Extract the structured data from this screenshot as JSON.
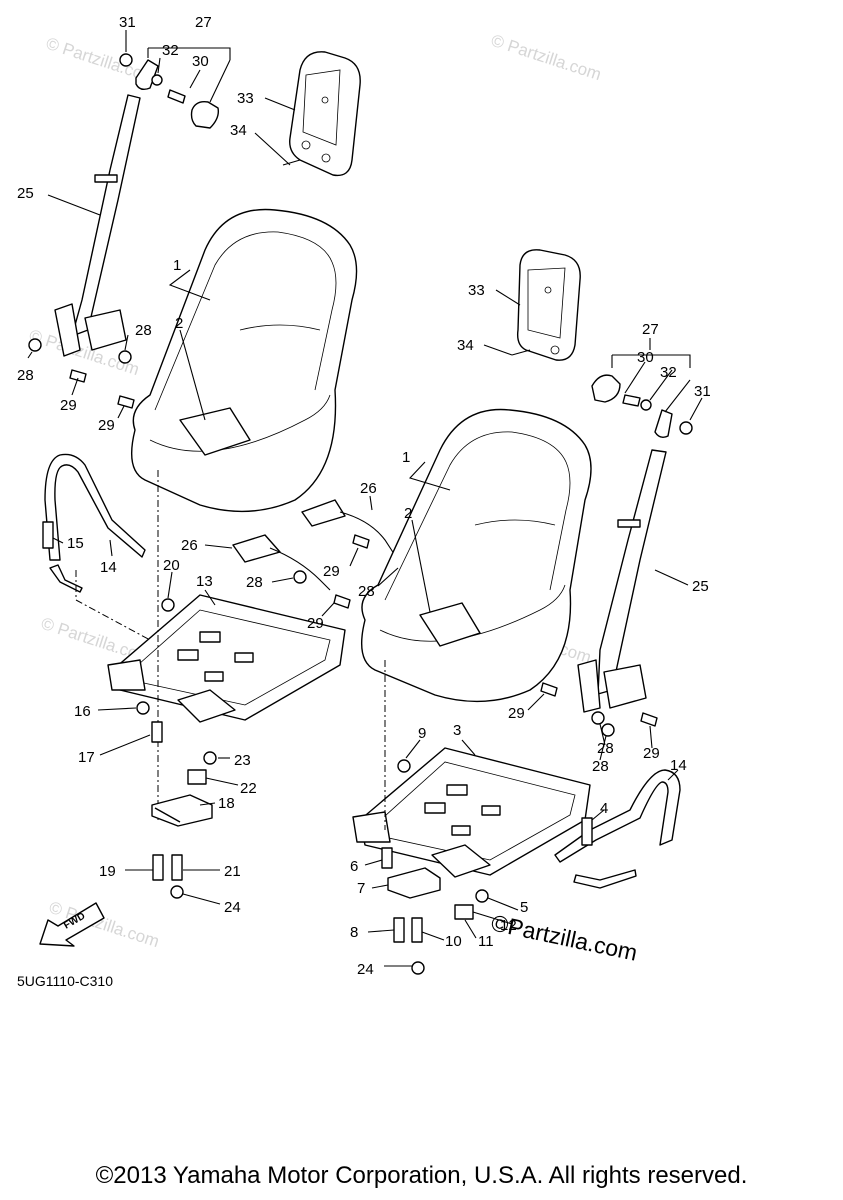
{
  "diagram": {
    "code": "5UG1110-C310",
    "fwd_label": "FWD",
    "brand": "©Partzilla.com",
    "watermark": "© Partzilla.com",
    "callouts": [
      {
        "id": "c31a",
        "text": "31"
      },
      {
        "id": "c27a",
        "text": "27"
      },
      {
        "id": "c32a",
        "text": "32"
      },
      {
        "id": "c30a",
        "text": "30"
      },
      {
        "id": "c33a",
        "text": "33"
      },
      {
        "id": "c34a",
        "text": "34"
      },
      {
        "id": "c25a",
        "text": "25"
      },
      {
        "id": "c1a",
        "text": "1"
      },
      {
        "id": "c2a",
        "text": "2"
      },
      {
        "id": "c28a",
        "text": "28"
      },
      {
        "id": "c28b",
        "text": "28"
      },
      {
        "id": "c29a",
        "text": "29"
      },
      {
        "id": "c29b",
        "text": "29"
      },
      {
        "id": "c15",
        "text": "15"
      },
      {
        "id": "c14a",
        "text": "14"
      },
      {
        "id": "c26a",
        "text": "26"
      },
      {
        "id": "c20",
        "text": "20"
      },
      {
        "id": "c13",
        "text": "13"
      },
      {
        "id": "c28c",
        "text": "28"
      },
      {
        "id": "c29c",
        "text": "29"
      },
      {
        "id": "c26b",
        "text": "26"
      },
      {
        "id": "c29d",
        "text": "29"
      },
      {
        "id": "c28d",
        "text": "28"
      },
      {
        "id": "c16",
        "text": "16"
      },
      {
        "id": "c17",
        "text": "17"
      },
      {
        "id": "c23",
        "text": "23"
      },
      {
        "id": "c22",
        "text": "22"
      },
      {
        "id": "c18",
        "text": "18"
      },
      {
        "id": "c19",
        "text": "19"
      },
      {
        "id": "c21",
        "text": "21"
      },
      {
        "id": "c24a",
        "text": "24"
      },
      {
        "id": "c33b",
        "text": "33"
      },
      {
        "id": "c34b",
        "text": "34"
      },
      {
        "id": "c27b",
        "text": "27"
      },
      {
        "id": "c30b",
        "text": "30"
      },
      {
        "id": "c32b",
        "text": "32"
      },
      {
        "id": "c31b",
        "text": "31"
      },
      {
        "id": "c1b",
        "text": "1"
      },
      {
        "id": "c2b",
        "text": "2"
      },
      {
        "id": "c25b",
        "text": "25"
      },
      {
        "id": "c29e",
        "text": "29"
      },
      {
        "id": "c28e",
        "text": "28"
      },
      {
        "id": "c28f",
        "text": "28"
      },
      {
        "id": "c29f",
        "text": "29"
      },
      {
        "id": "c9",
        "text": "9"
      },
      {
        "id": "c3",
        "text": "3"
      },
      {
        "id": "c14b",
        "text": "14"
      },
      {
        "id": "c4",
        "text": "4"
      },
      {
        "id": "c6",
        "text": "6"
      },
      {
        "id": "c7",
        "text": "7"
      },
      {
        "id": "c5",
        "text": "5"
      },
      {
        "id": "c12",
        "text": "12"
      },
      {
        "id": "c8",
        "text": "8"
      },
      {
        "id": "c10",
        "text": "10"
      },
      {
        "id": "c11",
        "text": "11"
      },
      {
        "id": "c24b",
        "text": "24"
      }
    ]
  },
  "footer": {
    "copyright": "©2013 Yamaha Motor Corporation, U.S.A. All rights reserved."
  }
}
